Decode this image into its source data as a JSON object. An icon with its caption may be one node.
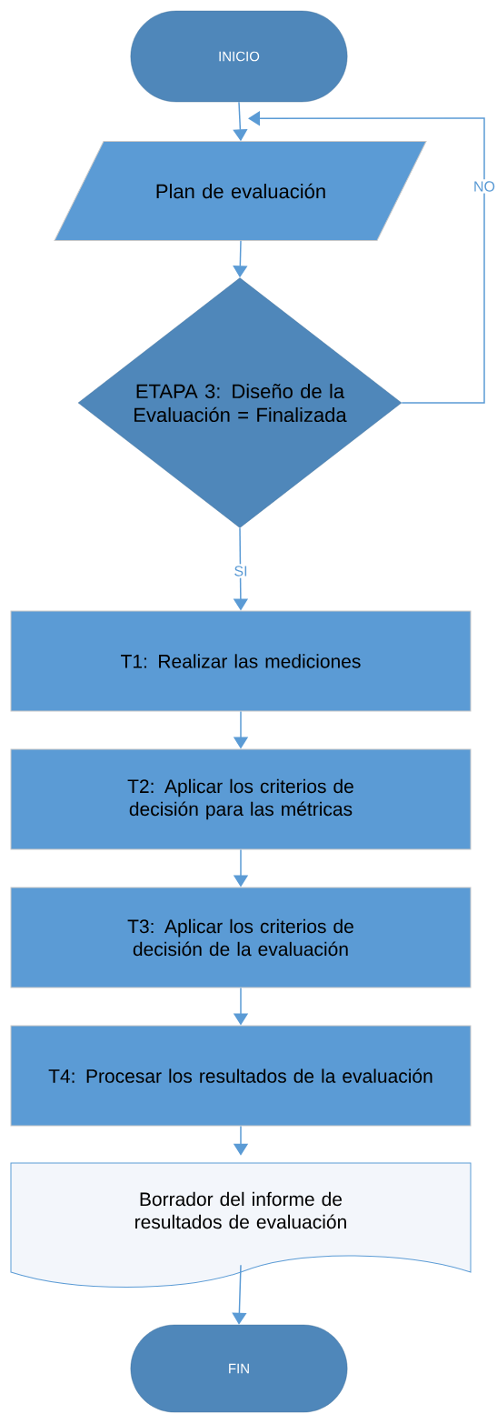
{
  "diagram": {
    "nodes": [
      {
        "text": [
          "INICIO"
        ]
      },
      {
        "text": [
          "Plan de evaluación"
        ]
      },
      {
        "text": [
          "ETAPA 3: Diseño de la Evaluación = Finalizada"
        ]
      },
      {
        "text": [
          "T1: Realizar las mediciones"
        ]
      },
      {
        "text": [
          "T2: Aplicar los criterios de decisión para las métricas"
        ]
      },
      {
        "text": [
          "T3: Aplicar los criterios de decisión de la evaluación"
        ]
      },
      {
        "text": [
          "T4: Procesar los resultados de la evaluación"
        ]
      },
      {
        "text": [
          "Borrador del informe de resultados de evaluación"
        ]
      },
      {
        "text": [
          "FIN"
        ]
      }
    ],
    "edges": [
      {
        "from": 0,
        "to": 1,
        "arrow": "to"
      },
      {
        "from": 1,
        "to": 2,
        "arrow": "to"
      },
      {
        "from": 2,
        "to": 3,
        "arrow": "to",
        "label": "SI"
      },
      {
        "from": 3,
        "to": 4,
        "arrow": "to"
      },
      {
        "from": 4,
        "to": 5,
        "arrow": "to"
      },
      {
        "from": 5,
        "to": 6,
        "arrow": "to"
      },
      {
        "from": 6,
        "to": 7,
        "arrow": "to"
      },
      {
        "from": 7,
        "to": 8,
        "arrow": "to"
      },
      {
        "from": 2,
        "to": 1,
        "arrow": "to",
        "label": "NO"
      }
    ]
  }
}
